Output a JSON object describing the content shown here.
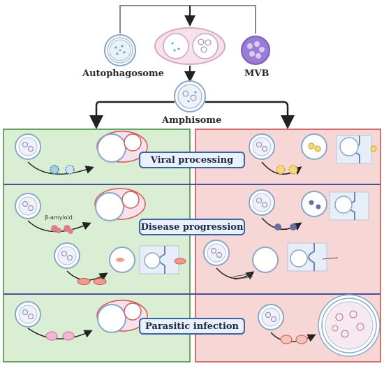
{
  "top_labels": {
    "autophagosome": "Autophagosome",
    "mvb": "MVB",
    "amphisome": "Amphisome"
  },
  "sections": [
    {
      "id": "viral",
      "label": "Viral processing"
    },
    {
      "id": "disease",
      "label": "Disease progression"
    },
    {
      "id": "parasitic",
      "label": "Parasitic infection"
    }
  ],
  "annotations": {
    "amyloid": "β-amyloid"
  },
  "colors": {
    "left_panel": "#d9eed3",
    "right_panel": "#f6d7d6",
    "left_border": "#3f8a3a",
    "right_border": "#c44a48",
    "divider": "#4a4f9c",
    "pill_border": "#3a62a7",
    "mvb": "#9a7cd6"
  }
}
